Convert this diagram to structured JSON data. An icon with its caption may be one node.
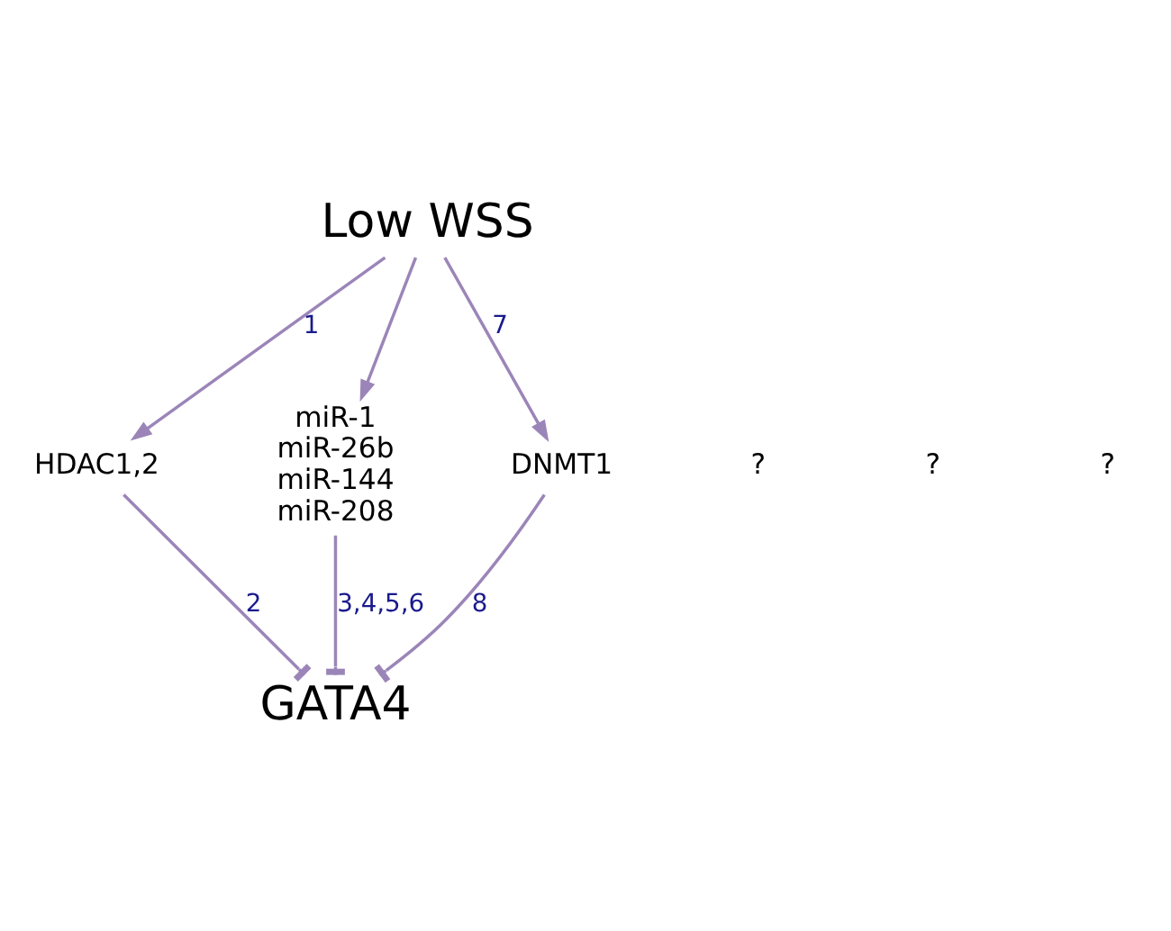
{
  "diagram": {
    "nodes": [
      {
        "text": [
          "Low WSS"
        ]
      },
      {
        "text": [
          "HDAC1,2"
        ]
      },
      {
        "text": [
          "miR-1",
          "miR-26b",
          "miR-144",
          "miR-208"
        ]
      },
      {
        "text": [
          "DNMT1"
        ]
      },
      {
        "text": [
          "GATA4"
        ]
      }
    ],
    "edges": [
      {
        "from": 0,
        "to": 1,
        "arrow": "to",
        "label": "1"
      },
      {
        "from": 0,
        "to": 2,
        "arrow": "to"
      },
      {
        "from": 0,
        "to": 3,
        "arrow": "to",
        "label": "7"
      },
      {
        "from": 1,
        "to": 4,
        "arrow": "other",
        "label": "2"
      },
      {
        "from": 2,
        "to": 4,
        "arrow": "other",
        "label": "3,4,5,6"
      },
      {
        "from": 3,
        "to": 4,
        "arrow": "other",
        "label": "8"
      }
    ],
    "labels": [
      "?",
      "?",
      "?"
    ]
  }
}
